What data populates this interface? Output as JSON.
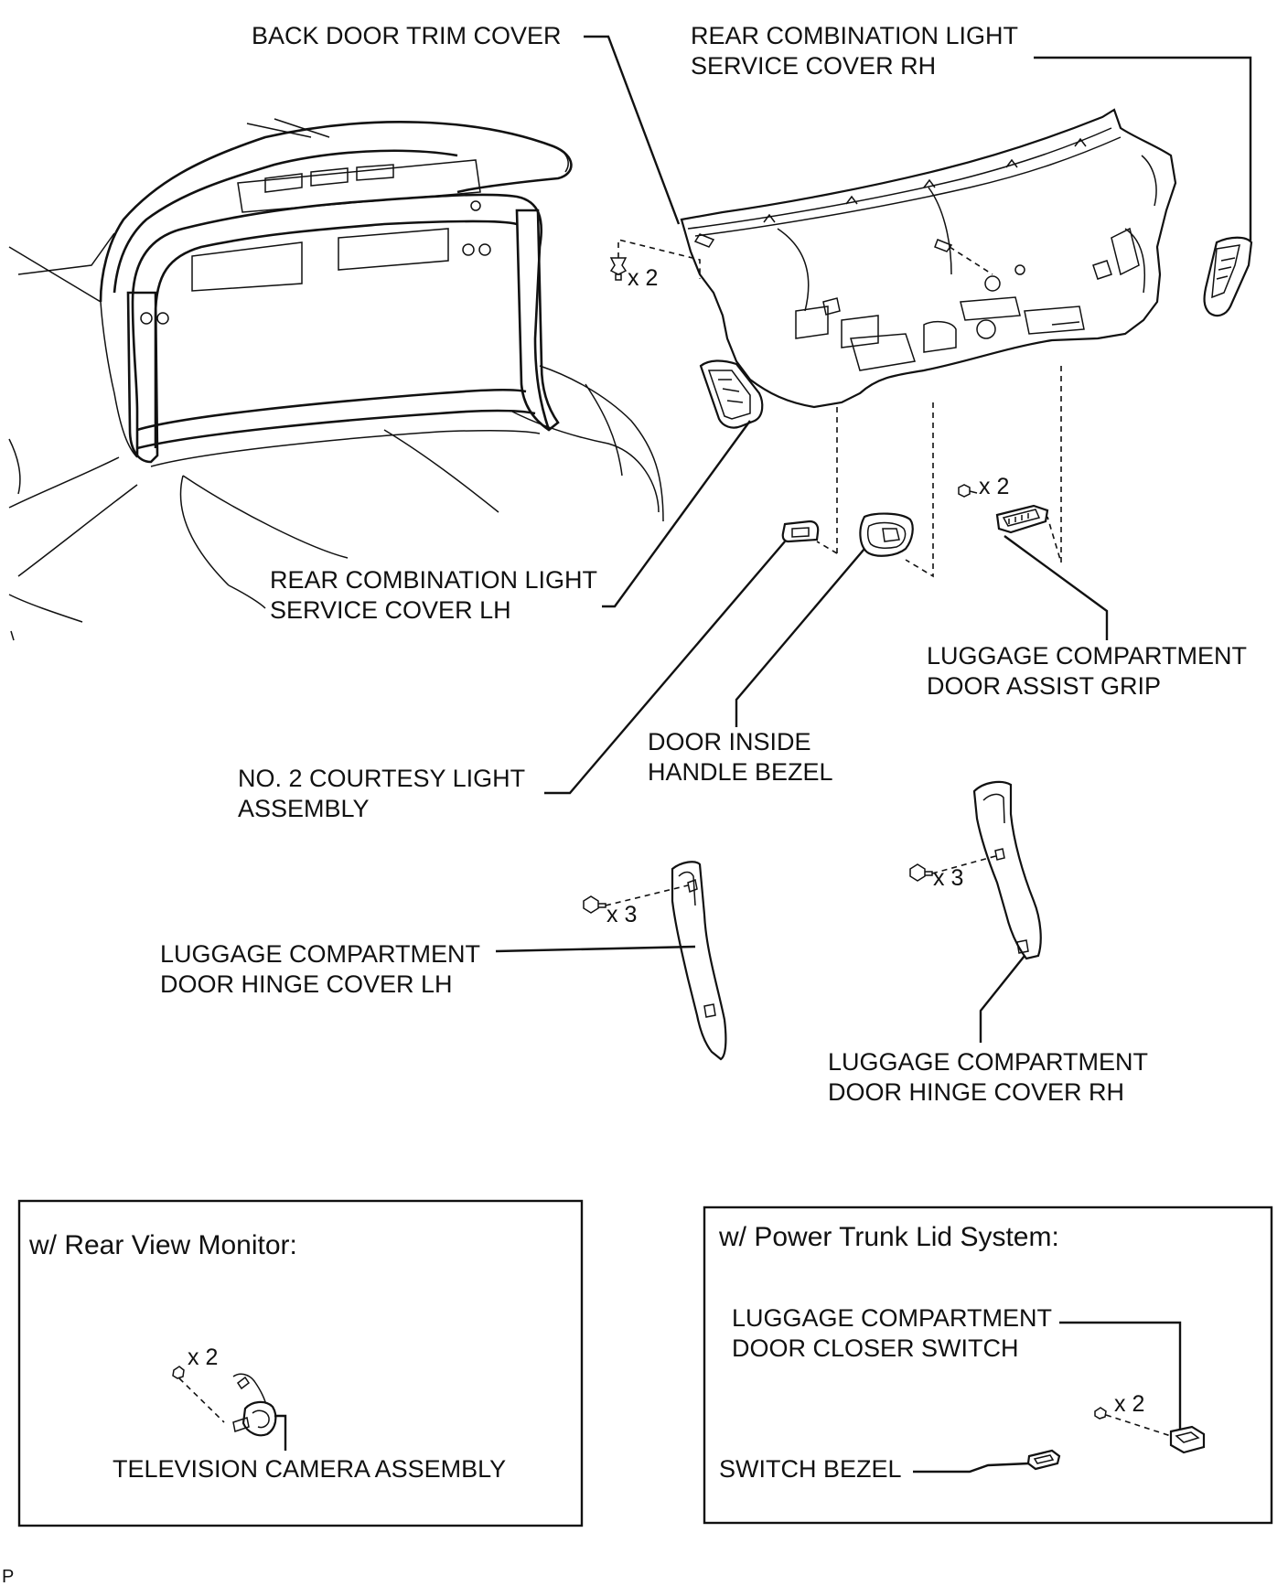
{
  "labels": {
    "back_door_trim_cover": "BACK DOOR TRIM COVER",
    "rcl_service_cover_rh_1": "REAR COMBINATION LIGHT",
    "rcl_service_cover_rh_2": "SERVICE COVER RH",
    "rcl_service_cover_lh_1": "REAR COMBINATION LIGHT",
    "rcl_service_cover_lh_2": "SERVICE COVER LH",
    "assist_grip_1": "LUGGAGE COMPARTMENT",
    "assist_grip_2": "DOOR ASSIST GRIP",
    "handle_bezel_1": "DOOR INSIDE",
    "handle_bezel_2": "HANDLE BEZEL",
    "courtesy_light_1": "NO. 2 COURTESY LIGHT",
    "courtesy_light_2": "ASSEMBLY",
    "hinge_cover_lh_1": "LUGGAGE COMPARTMENT",
    "hinge_cover_lh_2": "DOOR HINGE COVER LH",
    "hinge_cover_rh_1": "LUGGAGE COMPARTMENT",
    "hinge_cover_rh_2": "DOOR HINGE COVER RH"
  },
  "quantities": {
    "trim_clip": "x 2",
    "grip_bolt": "x 2",
    "hinge_lh_clip": "x 3",
    "hinge_rh_clip": "x 3",
    "camera_screw": "x 2",
    "switch_screw": "x 2"
  },
  "rear_view_box": {
    "title": "w/ Rear View Monitor:",
    "camera_label": "TELEVISION CAMERA ASSEMBLY"
  },
  "power_trunk_box": {
    "title": "w/ Power Trunk Lid System:",
    "closer_switch_1": "LUGGAGE COMPARTMENT",
    "closer_switch_2": "DOOR CLOSER SWITCH",
    "switch_bezel": "SWITCH BEZEL"
  },
  "footer_code": "P"
}
